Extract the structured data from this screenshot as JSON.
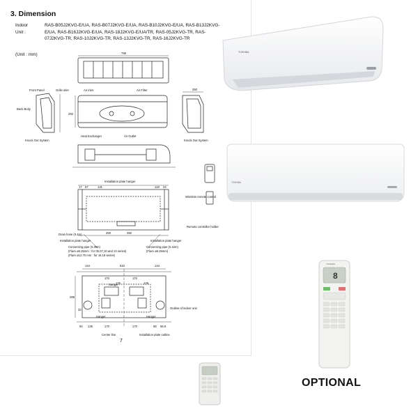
{
  "sheet": {
    "title": "3. Dimension",
    "indoor_label": "Indoor Unit :",
    "models": "RAS-B05J2KVG-E/UA, RAS-B07J2KVG-E/UA, RAS-B10J2KVG-E/UA, RAS-B13J2KVG-E/UA, RAS-B16J2KVG-E/UA, RAS-18J2KVG-E/UA/TR, RAS-05J2KVG-TR, RAS-07J2KVG-TR, RAS-10J2KVG-TR, RAS-13J2KVG-TR, RAS-16J2KVG-TR",
    "unit": "(Unit : mm)",
    "page_number": "7"
  },
  "drawing": {
    "front_panel": "Front Panel",
    "grille_inlet": "Grille inlet",
    "air_inlet": "Air inlet",
    "air_filter": "Air Filter",
    "back_body": "Back Body",
    "knock_out_left": "Knock Out System",
    "knock_out_right": "Knock Out System",
    "heat_exchanger": "Heat Exchanger",
    "air_outlet": "Air Outlet",
    "install_hanger_top": "Installation plate hanger",
    "remote_control": "Wireless remote control",
    "remote_holder": "Remote controller holder",
    "drain_hose": "Drain hose (0.4m)",
    "install_hanger_left": "Installation plate hanger",
    "install_hanger_right": "Installation plate hanger",
    "connecting_pipe_left": "Connecting pipe (0.39m)",
    "flare_1": "(Flare ø6.35mm : for 05,07,10 and 13 series)",
    "flare_2": "(Flare ø12.70 mm : for 16,18 series)",
    "connecting_pipe_right": "Connecting pipe (0.42m)",
    "flare_3": "(Flare ø6.35mm)",
    "hanger_1": "Hanger",
    "hanger_2": "Hanger",
    "hanger_3": "Hanger",
    "center_line": "Center line",
    "outline_indoor": "Outline of indoor unit",
    "install_outline": "Installation plate outline",
    "dim_798": "798",
    "dim_250": "250",
    "dim_293": "293",
    "dim_17": "17",
    "dim_57": "57",
    "dim_131": "131",
    "dim_122": "122",
    "dim_24": "24",
    "dim_250b": "250",
    "dim_260": "260",
    "dim_144a": "144",
    "dim_510": "510",
    "dim_144b": "144",
    "dim_170a": "170",
    "dim_170b": "170",
    "dim_170c": "170",
    "dim_170d": "170",
    "dim_94": "94",
    "dim_135": "135",
    "dim_285": "285",
    "dim_32": "32",
    "dim_56": "56",
    "dim_565": "56.5",
    "dim_176": "176",
    "dim_129": "129"
  },
  "products": {
    "brand": "TOSHIBA",
    "remote_screen": "8",
    "optional_label": "OPTIONAL"
  }
}
